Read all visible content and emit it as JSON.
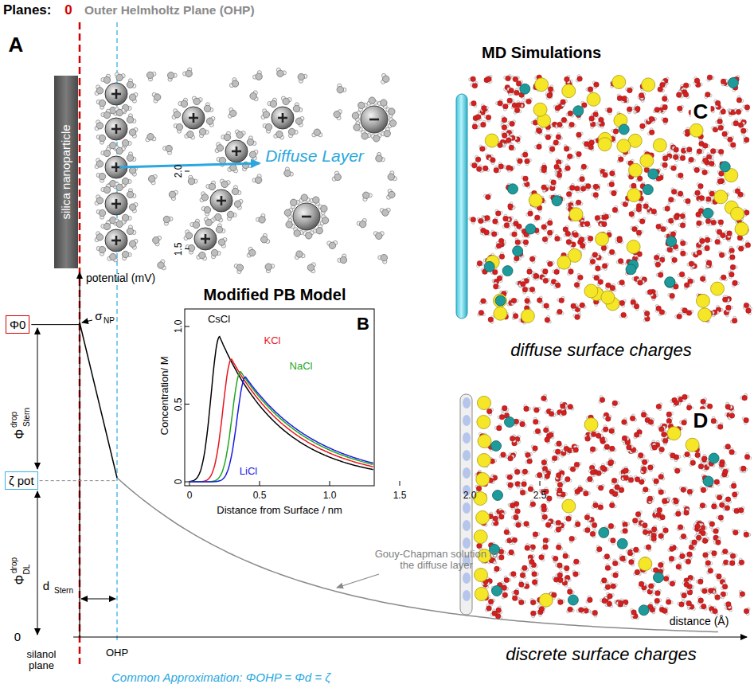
{
  "diagram": {
    "nodes": [
      {
        "text": [
          "silica nanoparticle"
        ]
      },
      {
        "text": [
          "Φ0"
        ]
      },
      {
        "text": [
          "ζ pot"
        ]
      }
    ],
    "labels": [
      "Planes:",
      "0",
      "Outer Helmholtz Plane (OHP)",
      "A",
      "Diffuse Layer",
      "MD Simulations",
      "C",
      "diffuse surface charges",
      "D",
      "discrete surface charges",
      "potential (mV)",
      "σ",
      "NP",
      "Φ",
      "drop",
      "Stern",
      "Φ",
      "drop",
      "DL",
      "d",
      "Stern",
      "0",
      "silanol plane",
      "OHP",
      "distance (Å)",
      "Gouy-Chapman solution to the diffuse layer",
      "Common Approximation: ΦOHP = Φd = ζ",
      "Modified PB Model",
      "B",
      "Concentration/ M",
      "Distance from Surface / nm",
      "0",
      "0.5",
      "1.0",
      "1.5",
      "2.0",
      "2.5",
      "0",
      "0.5",
      "1.0",
      "1.5",
      "2.0",
      "CsCl",
      "KCl",
      "NaCl",
      "LiCl"
    ]
  }
}
